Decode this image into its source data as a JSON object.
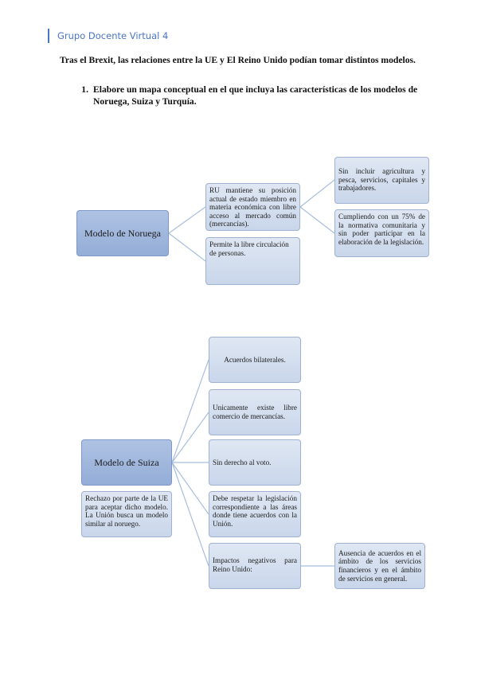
{
  "header": {
    "title": "Grupo Docente Virtual 4"
  },
  "intro": "Tras el Brexit, las relaciones entre la UE y El Reino Unido podían tomar distintos modelos.",
  "task": {
    "number": "1.",
    "text": "Elabore un mapa conceptual en el que incluya las características de los modelos de Noruega, Suiza y Turquía."
  },
  "noruega": {
    "root": "Modelo de Noruega",
    "branch1": "RU mantiene su posición actual de estado miembro en materia económica con libre acceso al mercado común (mercancías).",
    "branch1_sub1": "Sin incluir agricultura y pesca, servicios, capitales y trabajadores.",
    "branch1_sub2": "Cumpliendo con un 75% de la normativa comunitaria y sin poder participar en la elaboración de la legislación.",
    "branch2": "Permite la libre circulación de personas."
  },
  "suiza": {
    "root": "Modelo de Suiza",
    "note": "Rechazo por parte de la UE para aceptar dicho modelo. La Unión busca un modelo similar al noruego.",
    "branches": [
      "Acuerdos bilaterales.",
      "Unicamente existe libre comercio de mercancías.",
      "Sin derecho al voto.",
      "Debe respetar la legislación correspondiente a las áreas donde tiene acuerdos con la Unión.",
      "Impactos negativos para Reino Unido:"
    ],
    "impact_detail": "Ausencia de acuerdos en el ámbito de los servicios financieros y en el ámbito de servicios en general."
  }
}
